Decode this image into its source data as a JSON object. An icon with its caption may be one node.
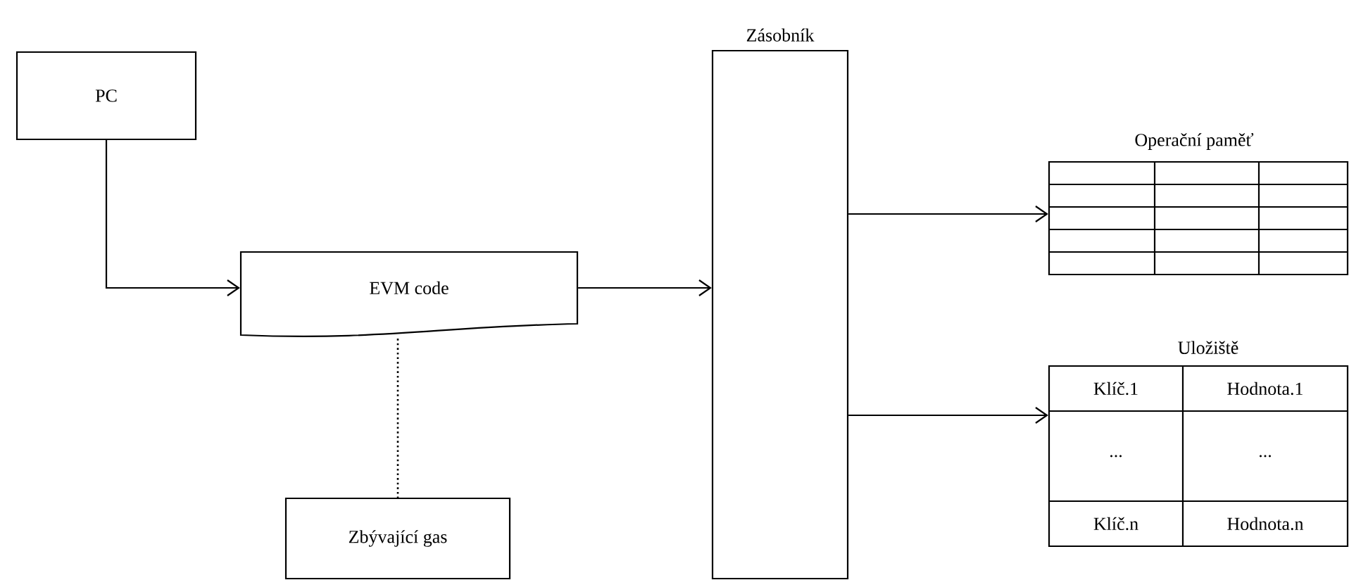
{
  "diagram": {
    "nodes": [
      {
        "text": [
          "PC"
        ]
      },
      {
        "text": [
          "EVM code"
        ]
      },
      {
        "text": [
          "Zbývající gas"
        ]
      },
      {
        "text": [
          "Zásobník"
        ]
      },
      {
        "text": [
          "Operační paměť"
        ]
      },
      {
        "text": [
          "Uložiště",
          "Klíč.1",
          "Hodnota.1",
          "...",
          "...",
          "Klíč.n",
          "Hodnota.n"
        ]
      }
    ],
    "edges": [
      {
        "from": 0,
        "to": 1,
        "arrow": "to"
      },
      {
        "from": 1,
        "to": 3,
        "arrow": "to"
      },
      {
        "from": 1,
        "to": 2,
        "arrow": "none",
        "style": "dashed"
      },
      {
        "from": 3,
        "to": 4,
        "arrow": "to"
      },
      {
        "from": 3,
        "to": 5,
        "arrow": "to"
      }
    ]
  }
}
